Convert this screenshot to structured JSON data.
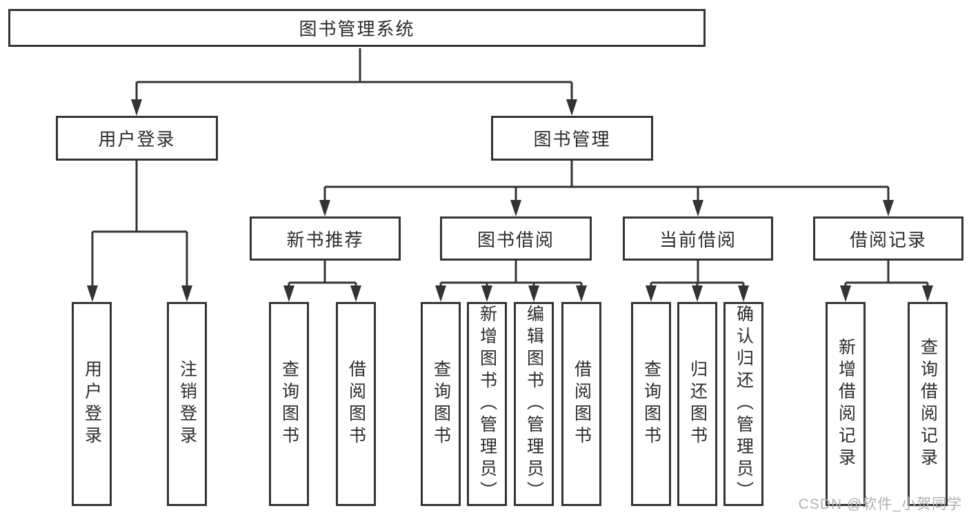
{
  "tree": {
    "label": "图书管理系统",
    "children": [
      {
        "label": "用户登录",
        "children": [
          {
            "label": "用户登录"
          },
          {
            "label": "注销登录"
          }
        ]
      },
      {
        "label": "图书管理",
        "children": [
          {
            "label": "新书推荐",
            "children": [
              {
                "label": "查询图书"
              },
              {
                "label": "借阅图书"
              }
            ]
          },
          {
            "label": "图书借阅",
            "children": [
              {
                "label": "查询图书"
              },
              {
                "label": "新增图书（管理员）"
              },
              {
                "label": "编辑图书（管理员）"
              },
              {
                "label": "借阅图书"
              }
            ]
          },
          {
            "label": "当前借阅",
            "children": [
              {
                "label": "查询图书"
              },
              {
                "label": "归还图书"
              },
              {
                "label": "确认归还（管理员）"
              }
            ]
          },
          {
            "label": "借阅记录",
            "children": [
              {
                "label": "新增借阅记录"
              },
              {
                "label": "查询借阅记录"
              }
            ]
          }
        ]
      }
    ]
  },
  "watermark": {
    "text": "CSDN @软件_小贺同学"
  },
  "colors": {
    "line": "#333333",
    "text": "#2b2b2b",
    "background": "#ffffff",
    "watermark": "#b0b0b0"
  }
}
